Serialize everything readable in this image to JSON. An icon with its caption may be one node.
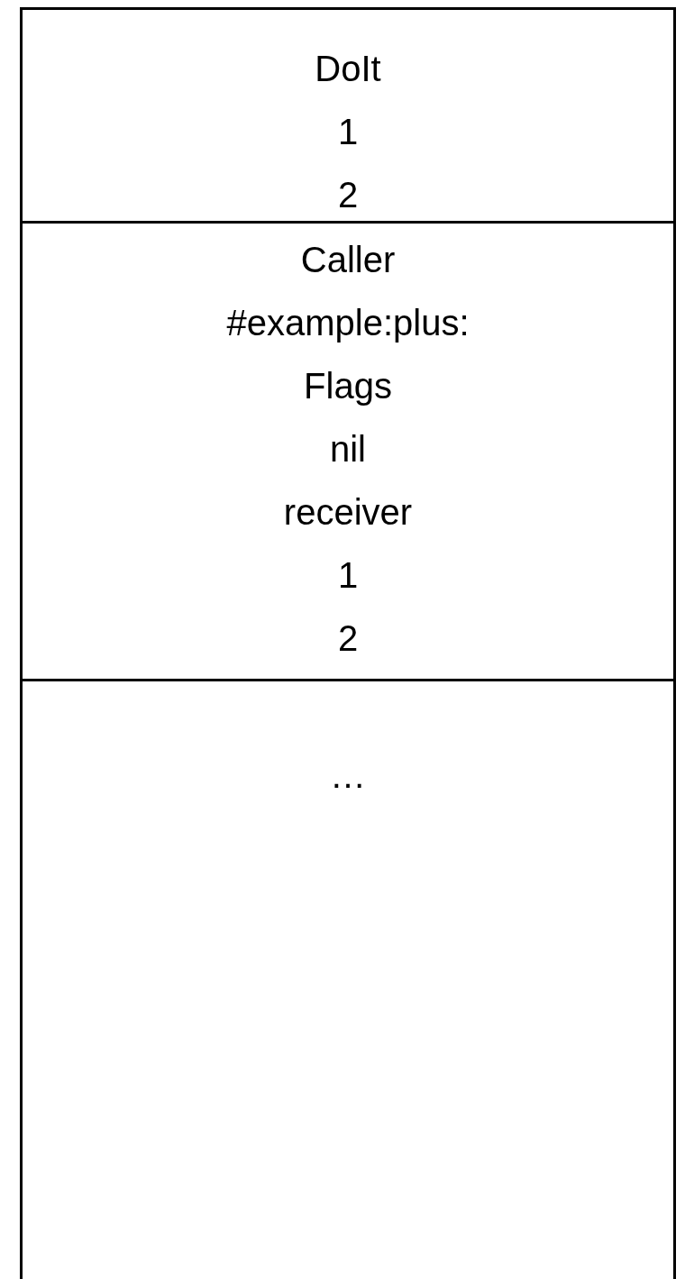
{
  "diagram": {
    "nodes": [
      {
        "text": [
          "DoIt",
          "1",
          "2"
        ]
      },
      {
        "text": [
          "Caller",
          "#example:plus:",
          "Flags",
          "nil",
          "receiver",
          "1",
          "2"
        ]
      },
      {
        "text": [
          "…"
        ]
      }
    ]
  }
}
